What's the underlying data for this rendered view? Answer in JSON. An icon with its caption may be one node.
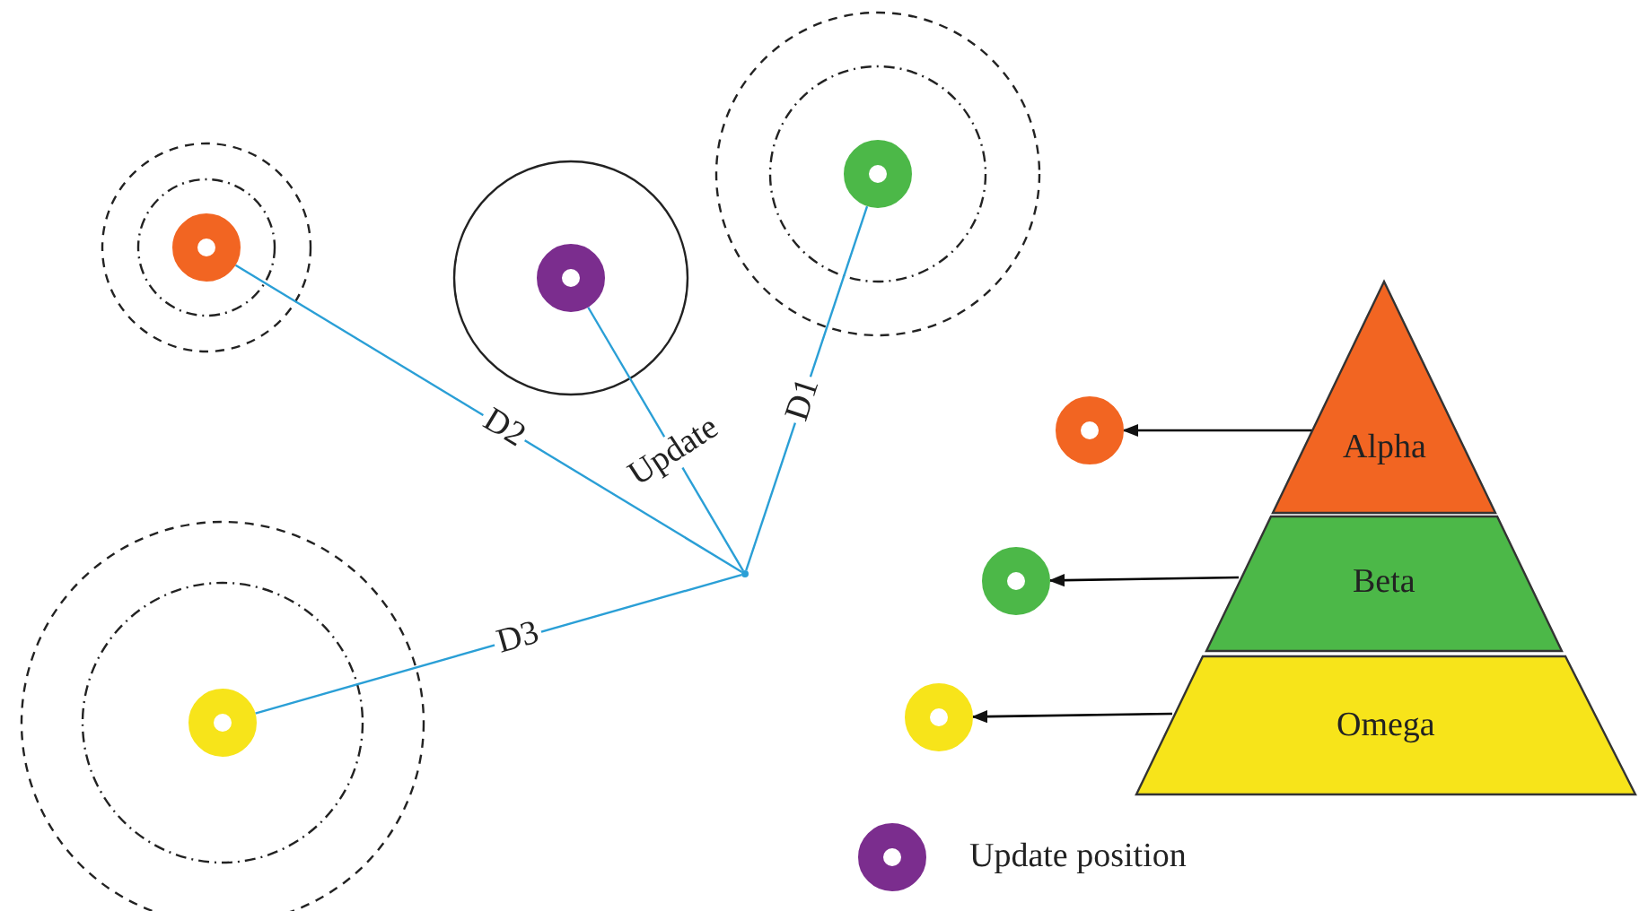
{
  "diagram": {
    "nodes": [
      {
        "text": [],
        "shape": "circle"
      },
      {
        "text": [],
        "shape": "circle"
      },
      {
        "text": [],
        "shape": "circle"
      },
      {
        "text": [],
        "shape": "circle"
      },
      {
        "text": [],
        "shape": "point"
      },
      {
        "text": [
          "Alpha"
        ]
      },
      {
        "text": [
          "Beta"
        ]
      },
      {
        "text": [
          "Omega"
        ]
      },
      {
        "text": [],
        "shape": "circle"
      },
      {
        "text": [],
        "shape": "circle"
      },
      {
        "text": [],
        "shape": "circle"
      }
    ],
    "edges": [
      {
        "from": 0,
        "to": 4,
        "arrow": "none",
        "label": "D2"
      },
      {
        "from": 1,
        "to": 4,
        "arrow": "none",
        "label": "Update"
      },
      {
        "from": 2,
        "to": 4,
        "arrow": "none",
        "label": "D1"
      },
      {
        "from": 3,
        "to": 4,
        "arrow": "none",
        "label": "D3"
      },
      {
        "from": 5,
        "to": 8,
        "arrow": "to",
        "color": "#000000"
      },
      {
        "from": 6,
        "to": 9,
        "arrow": "to",
        "color": "#000000"
      },
      {
        "from": 7,
        "to": 10,
        "arrow": "to",
        "color": "#000000"
      }
    ],
    "legend": [
      {
        "text": "Update position"
      }
    ]
  }
}
